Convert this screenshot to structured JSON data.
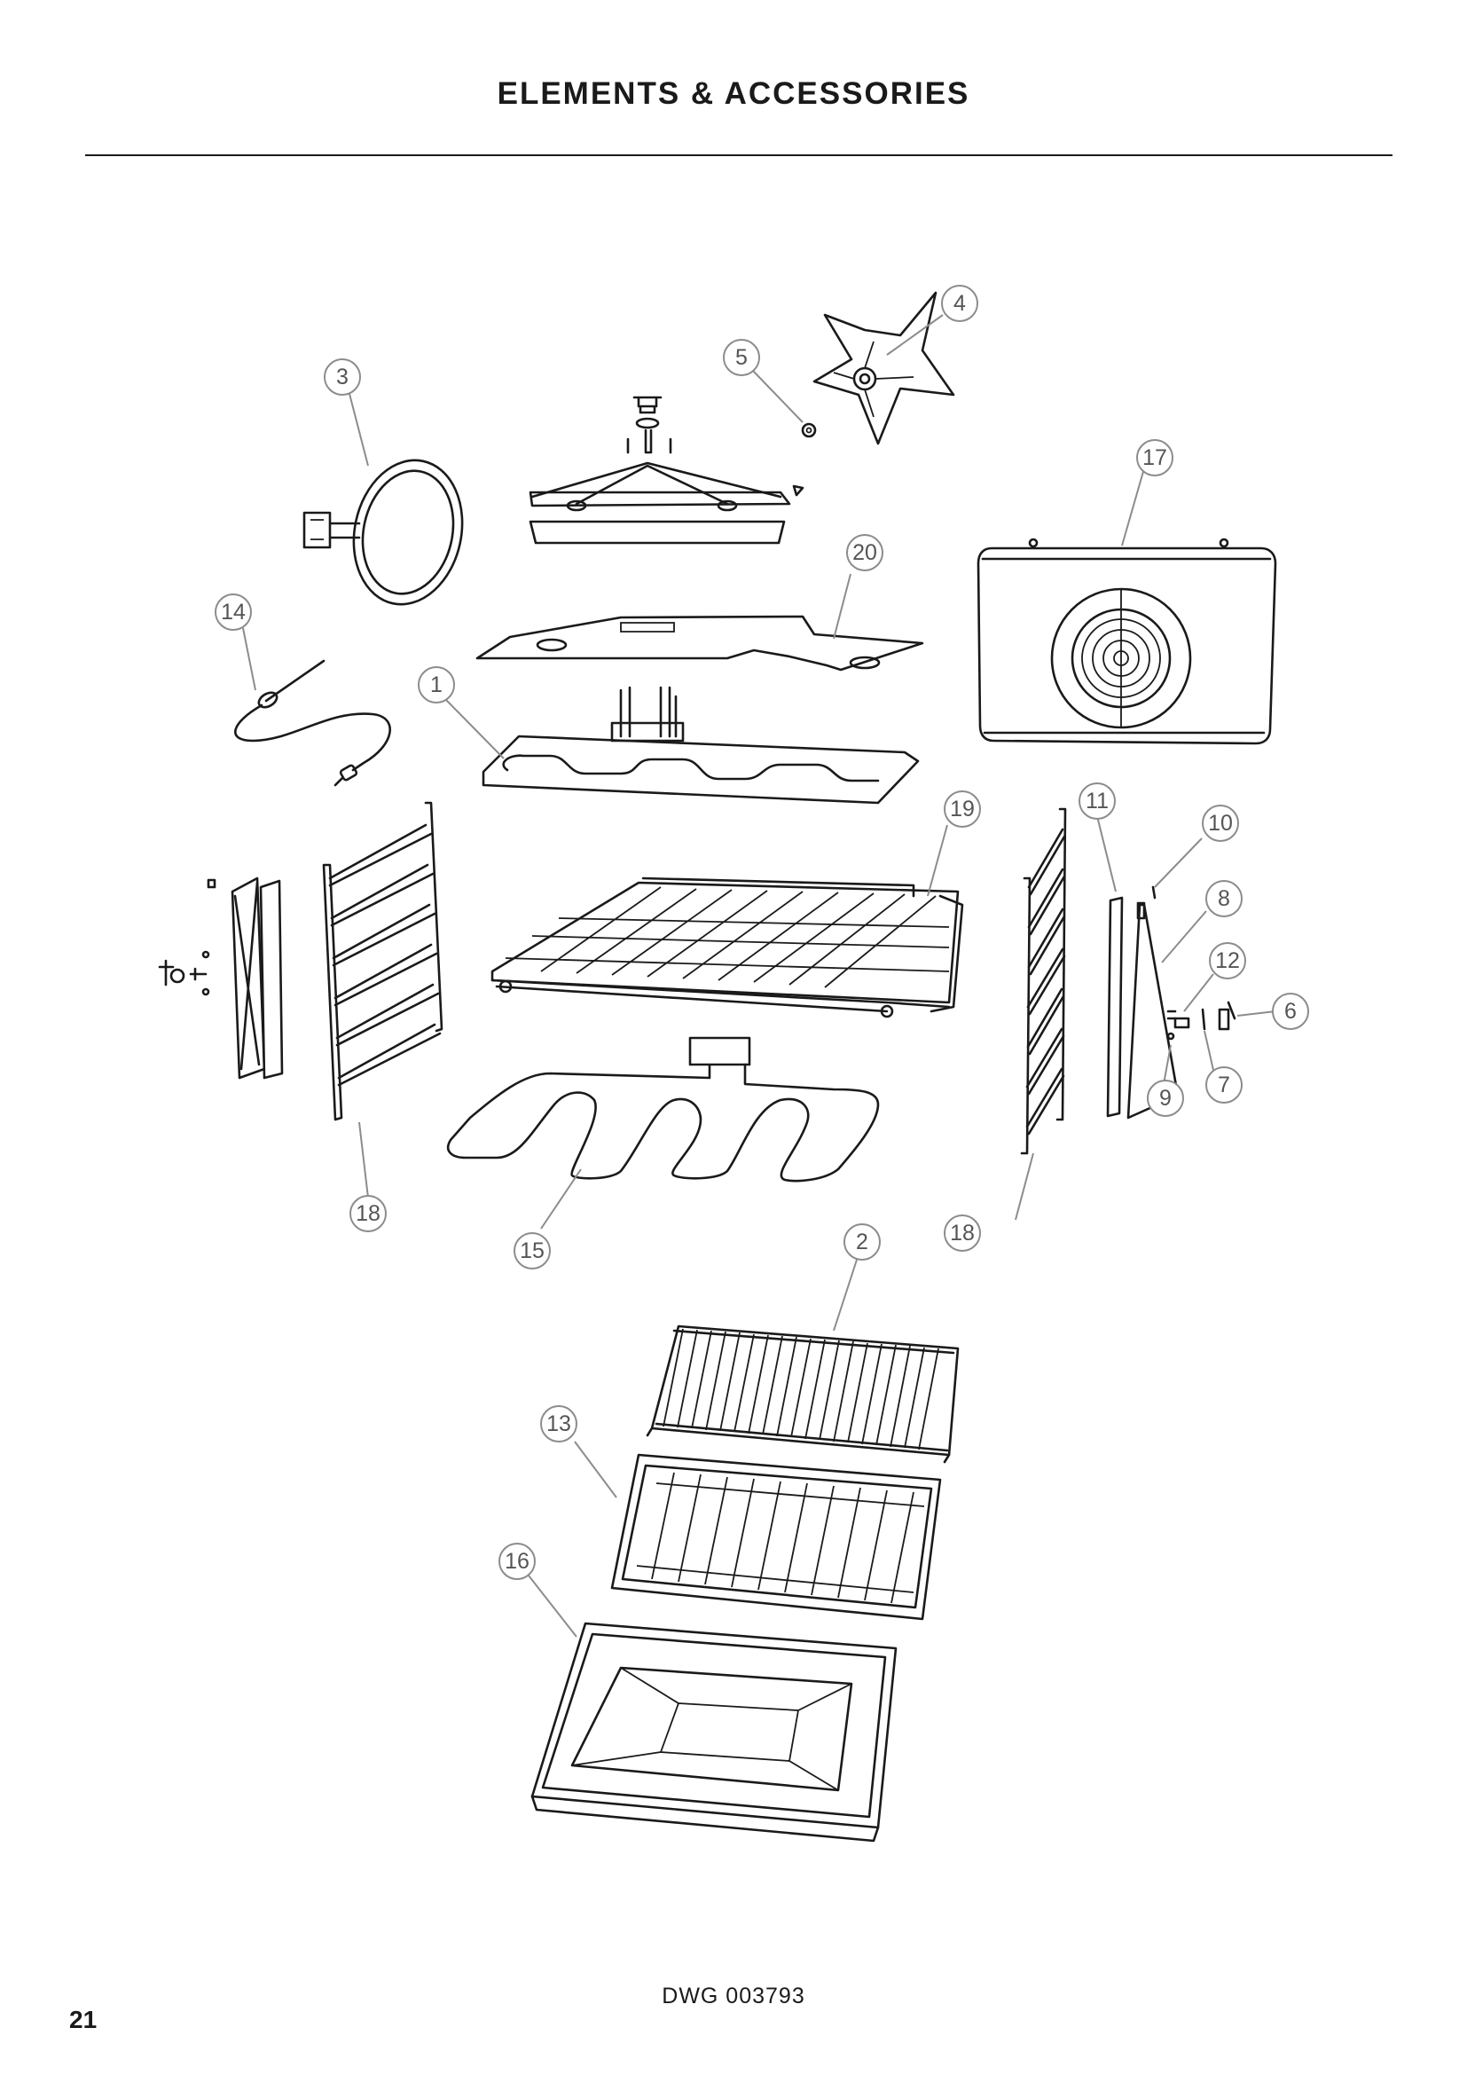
{
  "header": {
    "title": "ELEMENTS & ACCESSORIES"
  },
  "callouts": [
    {
      "id": "callout-1",
      "label": "1"
    },
    {
      "id": "callout-2",
      "label": "2"
    },
    {
      "id": "callout-3",
      "label": "3"
    },
    {
      "id": "callout-4",
      "label": "4"
    },
    {
      "id": "callout-5",
      "label": "5"
    },
    {
      "id": "callout-6",
      "label": "6"
    },
    {
      "id": "callout-7",
      "label": "7"
    },
    {
      "id": "callout-8",
      "label": "8"
    },
    {
      "id": "callout-9",
      "label": "9"
    },
    {
      "id": "callout-10",
      "label": "10"
    },
    {
      "id": "callout-11",
      "label": "11"
    },
    {
      "id": "callout-12",
      "label": "12"
    },
    {
      "id": "callout-13",
      "label": "13"
    },
    {
      "id": "callout-14",
      "label": "14"
    },
    {
      "id": "callout-15",
      "label": "15"
    },
    {
      "id": "callout-16",
      "label": "16"
    },
    {
      "id": "callout-17",
      "label": "17"
    },
    {
      "id": "callout-18a",
      "label": "18"
    },
    {
      "id": "callout-18b",
      "label": "18"
    },
    {
      "id": "callout-19",
      "label": "19"
    },
    {
      "id": "callout-20",
      "label": "20"
    }
  ],
  "footer": {
    "drawing_number": "DWG 003793",
    "page_number": "21"
  }
}
